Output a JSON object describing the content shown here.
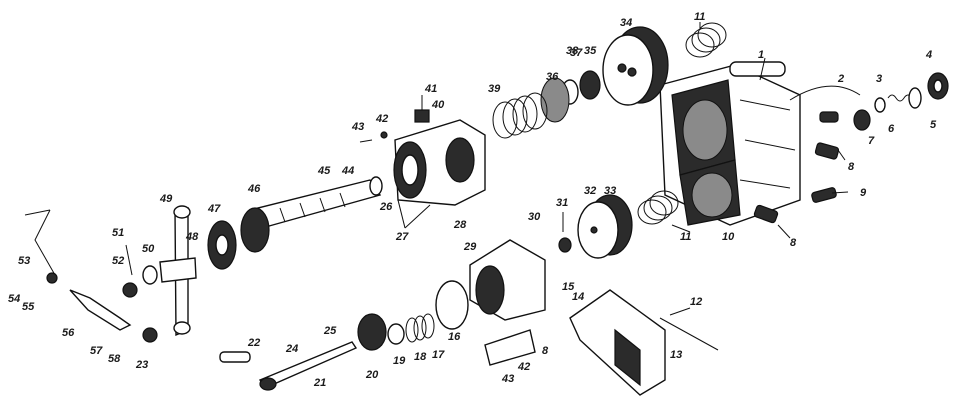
{
  "labels": [
    "1",
    "2",
    "3",
    "4",
    "5",
    "6",
    "7",
    "8",
    "9",
    "8",
    "10",
    "11",
    "11",
    "12",
    "13",
    "14",
    "15",
    "8",
    "42",
    "43",
    "16",
    "17",
    "18",
    "19",
    "20",
    "21",
    "22",
    "23",
    "24",
    "25",
    "26",
    "27",
    "28",
    "29",
    "30",
    "31",
    "32",
    "33",
    "34",
    "35",
    "36",
    "37",
    "38",
    "39",
    "40",
    "41",
    "42",
    "43",
    "44",
    "45",
    "46",
    "47",
    "48",
    "49",
    "50",
    "51",
    "52",
    "53",
    "54",
    "55",
    "56",
    "57",
    "58"
  ]
}
